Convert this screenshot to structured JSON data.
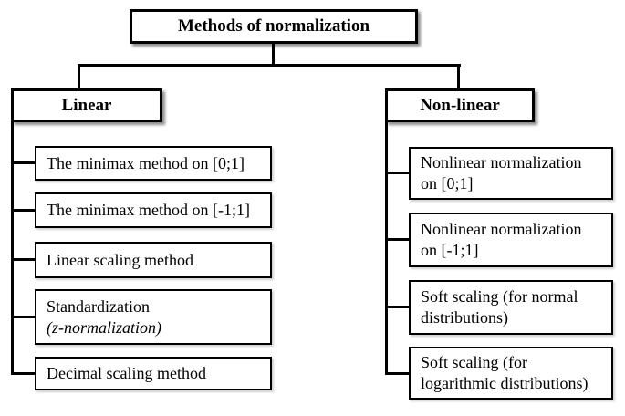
{
  "colors": {
    "background": "#ffffff",
    "box_fill": "#ffffff",
    "border": "#000000",
    "text": "#000000",
    "shadow": "#999999"
  },
  "diagram": {
    "type": "tree",
    "title": "Methods of normalization",
    "branches": [
      {
        "label": "Linear",
        "items": [
          {
            "text": "The minimax method on [0;1]",
            "text2": ""
          },
          {
            "text": "The minimax method on [-1;1]",
            "text2": ""
          },
          {
            "text": "Linear scaling method",
            "text2": ""
          },
          {
            "text": "Standardization",
            "text2": "(z-normalization)"
          },
          {
            "text": "Decimal scaling method",
            "text2": ""
          }
        ]
      },
      {
        "label": "Non-linear",
        "items": [
          {
            "text": "Nonlinear normalization",
            "text2": "on [0;1]"
          },
          {
            "text": "Nonlinear normalization",
            "text2": "on [-1;1]"
          },
          {
            "text": "Soft scaling (for normal",
            "text2": "distributions)"
          },
          {
            "text": "Soft scaling (for",
            "text2": "logarithmic distributions)"
          }
        ]
      }
    ]
  }
}
